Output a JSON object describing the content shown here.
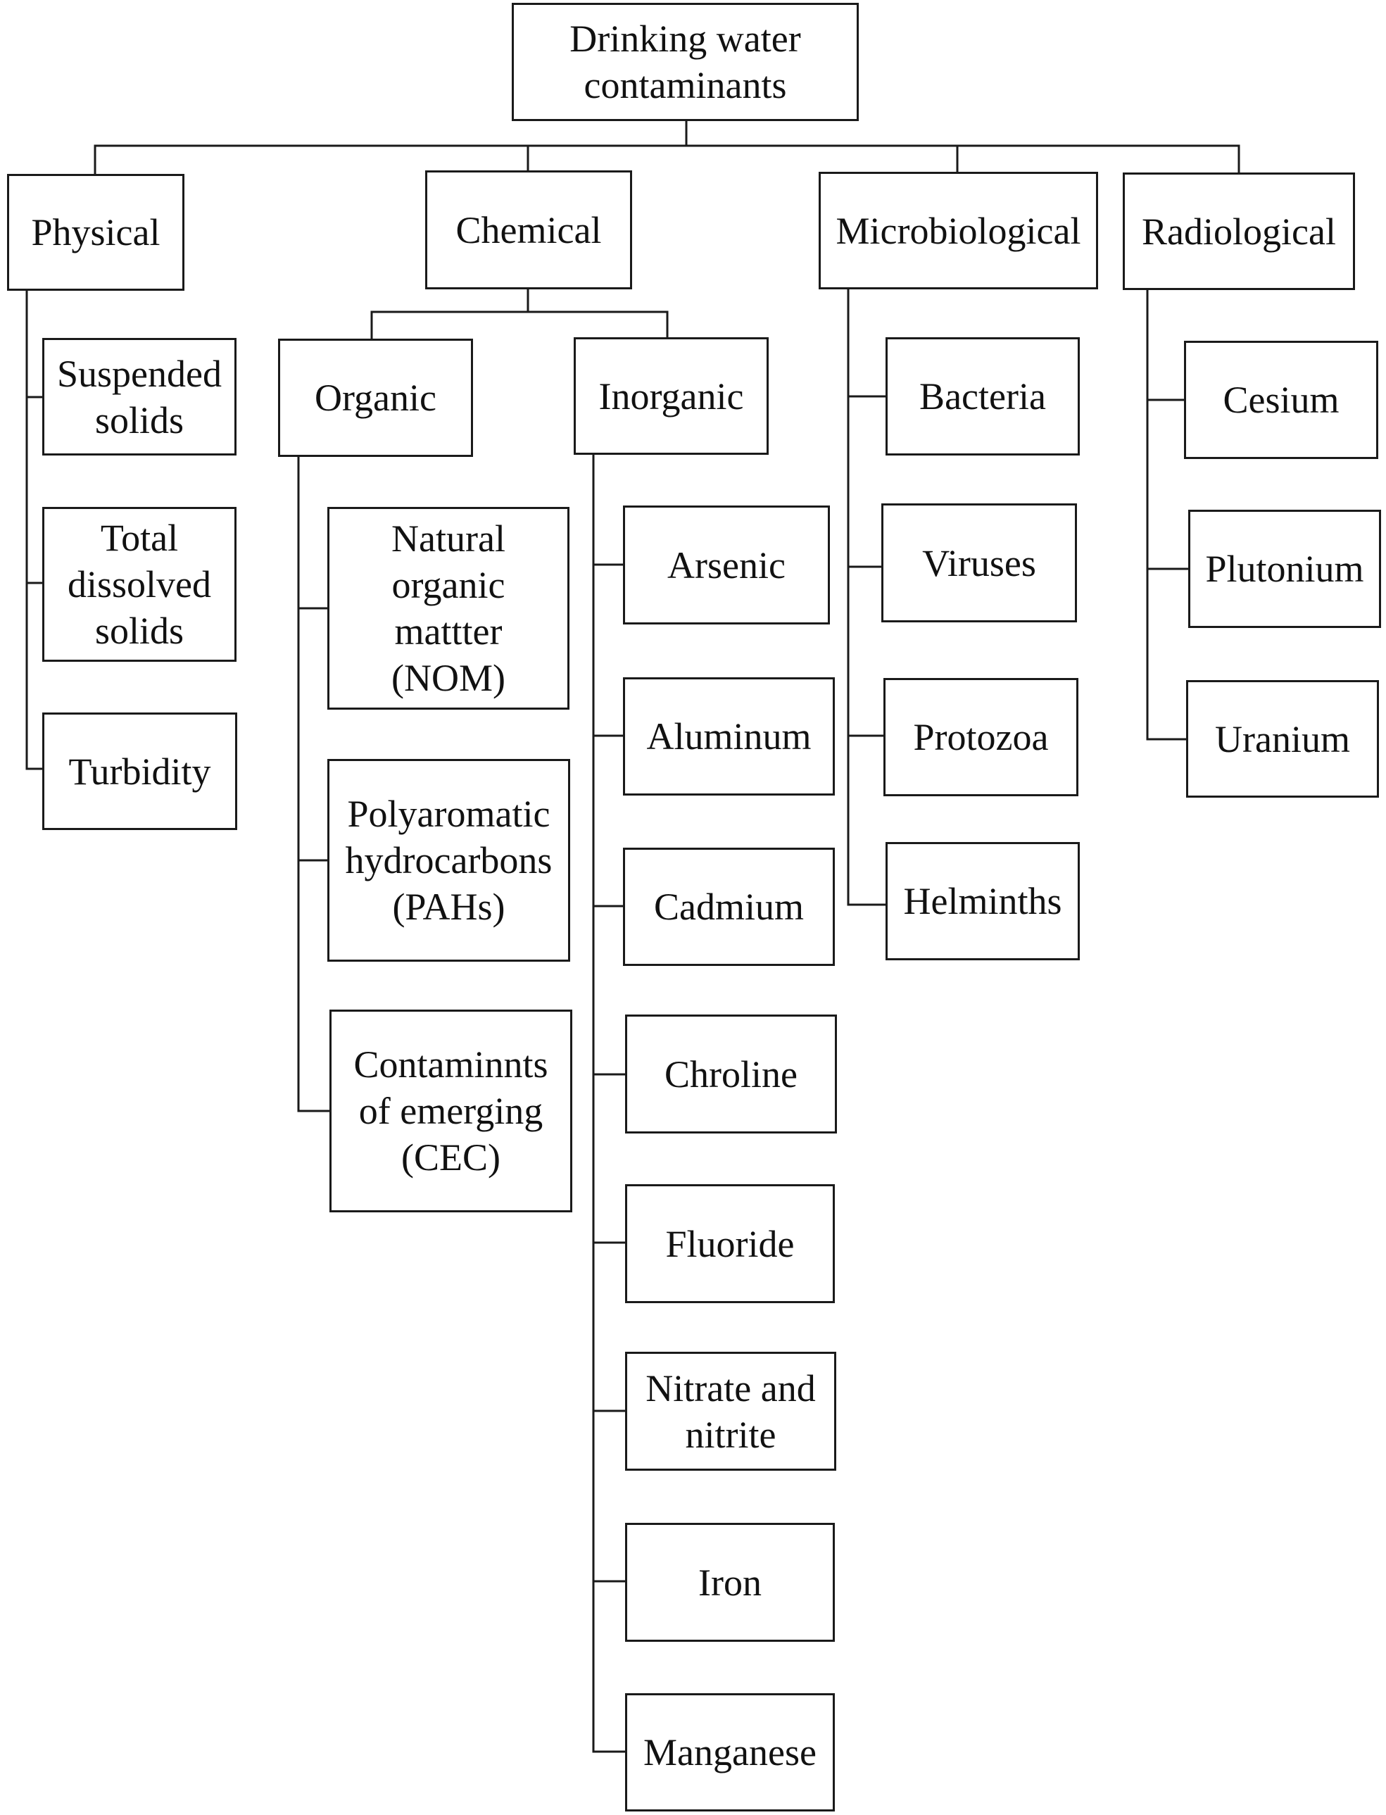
{
  "diagram": {
    "root": "Drinking water\ncontaminants",
    "categories": {
      "physical": {
        "label": "Physical",
        "items": [
          "Suspended\nsolids",
          "Total\ndissolved\nsolids",
          "Turbidity"
        ]
      },
      "chemical": {
        "label": "Chemical",
        "organic": {
          "label": "Organic",
          "items": [
            "Natural\norganic\nmattter\n(NOM)",
            "Polyaromatic\nhydrocarbons\n(PAHs)",
            "Contaminnts\nof emerging\n(CEC)"
          ]
        },
        "inorganic": {
          "label": "Inorganic",
          "items": [
            "Arsenic",
            "Aluminum",
            "Cadmium",
            "Chroline",
            "Fluoride",
            "Nitrate and\nnitrite",
            "Iron",
            "Manganese"
          ]
        }
      },
      "microbiological": {
        "label": "Microbiological",
        "items": [
          "Bacteria",
          "Viruses",
          "Protozoa",
          "Helminths"
        ]
      },
      "radiological": {
        "label": "Radiological",
        "items": [
          "Cesium",
          "Plutonium",
          "Uranium"
        ]
      }
    }
  }
}
